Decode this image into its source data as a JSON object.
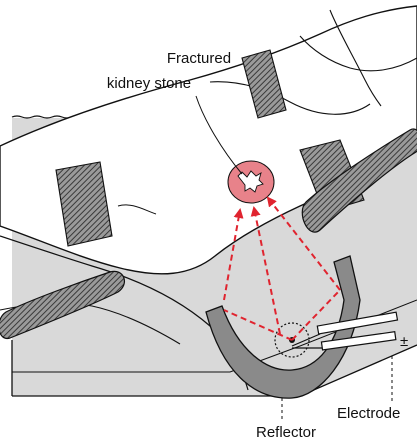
{
  "labels": {
    "stone_line1": "Fractured",
    "stone_line2": "kidney stone",
    "reflector": "Reflector",
    "electrode": "Electrode",
    "polarity": "±"
  },
  "colors": {
    "water": "#d9d9d9",
    "stone": "#e8828a",
    "shockwave": "#e0242f",
    "line": "#111111",
    "hatch": "#6a6a6a",
    "reflector": "#8a8a8a"
  },
  "icons": {
    "kidney_stone": "kidney-stone-icon",
    "shock_focus": "shock-focus-icon"
  }
}
